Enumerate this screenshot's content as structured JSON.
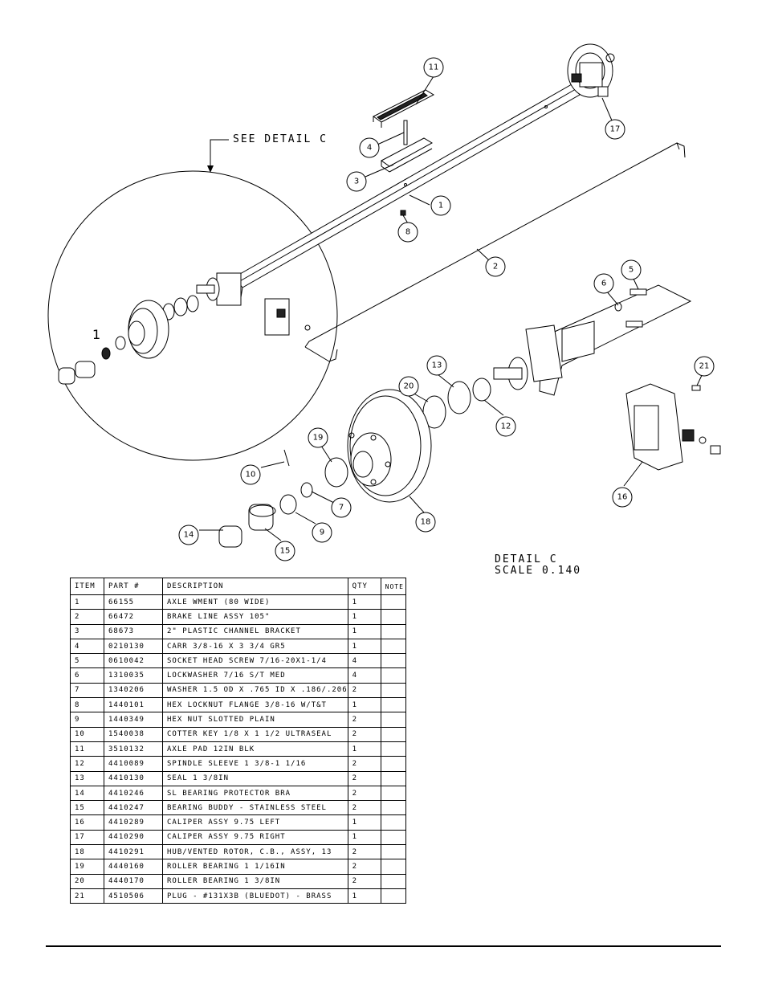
{
  "detail_label": "SEE DETAIL C",
  "detail_title": "DETAIL C",
  "detail_scale": "SCALE 0.140",
  "detail_side_mark": "1",
  "callouts": [
    "1",
    "2",
    "3",
    "4",
    "5",
    "6",
    "7",
    "8",
    "9",
    "10",
    "11",
    "12",
    "13",
    "14",
    "15",
    "16",
    "17",
    "18",
    "19",
    "20",
    "21"
  ],
  "bom": {
    "headers": [
      "ITEM",
      "PART #",
      "DESCRIPTION",
      "QTY",
      "NOTE"
    ],
    "rows": [
      {
        "item": "1",
        "part": "66155",
        "desc": "AXLE WMENT (80 WIDE)",
        "qty": "1",
        "note": ""
      },
      {
        "item": "2",
        "part": "66472",
        "desc": "BRAKE LINE ASSY 105\"",
        "qty": "1",
        "note": ""
      },
      {
        "item": "3",
        "part": "68673",
        "desc": "2\" PLASTIC CHANNEL BRACKET",
        "qty": "1",
        "note": ""
      },
      {
        "item": "4",
        "part": "0210130",
        "desc": "CARR 3/8-16 X 3 3/4 GR5",
        "qty": "1",
        "note": ""
      },
      {
        "item": "5",
        "part": "0610042",
        "desc": "SOCKET HEAD SCREW 7/16-20X1-1/4",
        "qty": "4",
        "note": ""
      },
      {
        "item": "6",
        "part": "1310035",
        "desc": "LOCKWASHER 7/16 S/T MED",
        "qty": "4",
        "note": ""
      },
      {
        "item": "7",
        "part": "1340206",
        "desc": "WASHER 1.5 OD X .765 ID X .186/.206",
        "qty": "2",
        "note": ""
      },
      {
        "item": "8",
        "part": "1440101",
        "desc": "HEX LOCKNUT FLANGE 3/8-16 W/T&T",
        "qty": "1",
        "note": ""
      },
      {
        "item": "9",
        "part": "1440349",
        "desc": "HEX NUT SLOTTED PLAIN",
        "qty": "2",
        "note": ""
      },
      {
        "item": "10",
        "part": "1540038",
        "desc": "COTTER KEY 1/8 X 1 1/2 ULTRASEAL",
        "qty": "2",
        "note": ""
      },
      {
        "item": "11",
        "part": "3510132",
        "desc": "AXLE PAD 12IN BLK",
        "qty": "1",
        "note": ""
      },
      {
        "item": "12",
        "part": "4410089",
        "desc": "SPINDLE SLEEVE 1 3/8-1 1/16",
        "qty": "2",
        "note": ""
      },
      {
        "item": "13",
        "part": "4410130",
        "desc": "SEAL 1 3/8IN",
        "qty": "2",
        "note": ""
      },
      {
        "item": "14",
        "part": "4410246",
        "desc": "SL BEARING PROTECTOR BRA",
        "qty": "2",
        "note": ""
      },
      {
        "item": "15",
        "part": "4410247",
        "desc": "BEARING BUDDY - STAINLESS STEEL",
        "qty": "2",
        "note": ""
      },
      {
        "item": "16",
        "part": "4410289",
        "desc": "CALIPER ASSY 9.75 LEFT",
        "qty": "1",
        "note": ""
      },
      {
        "item": "17",
        "part": "4410290",
        "desc": "CALIPER ASSY 9.75 RIGHT",
        "qty": "1",
        "note": ""
      },
      {
        "item": "18",
        "part": "4410291",
        "desc": "HUB/VENTED ROTOR, C.B., ASSY, 13",
        "qty": "2",
        "note": ""
      },
      {
        "item": "19",
        "part": "4440160",
        "desc": "ROLLER BEARING 1 1/16IN",
        "qty": "2",
        "note": ""
      },
      {
        "item": "20",
        "part": "4440170",
        "desc": "ROLLER BEARING 1 3/8IN",
        "qty": "2",
        "note": ""
      },
      {
        "item": "21",
        "part": "4510506",
        "desc": "PLUG - #131X3B (BLUEDOT) - BRASS",
        "qty": "1",
        "note": ""
      }
    ]
  }
}
